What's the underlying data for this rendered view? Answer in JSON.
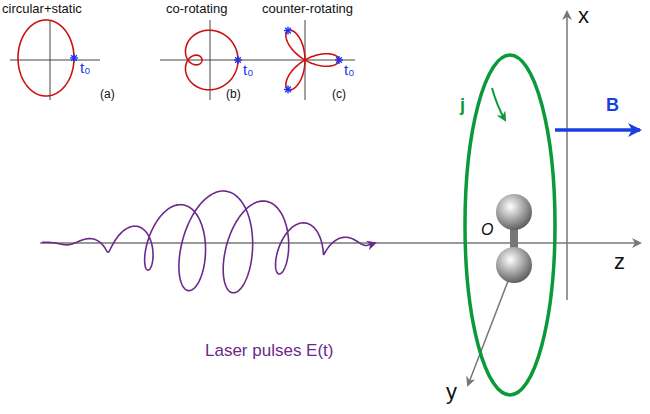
{
  "diagram": {
    "labels": [
      "circular+static",
      "co-rotating",
      "counter-rotating",
      "t₀",
      "t₀",
      "t₀",
      "(a)",
      "(b)",
      "(c)",
      "x",
      "y",
      "z",
      "O",
      "B",
      "j",
      "Laser pulses E(t)"
    ]
  }
}
